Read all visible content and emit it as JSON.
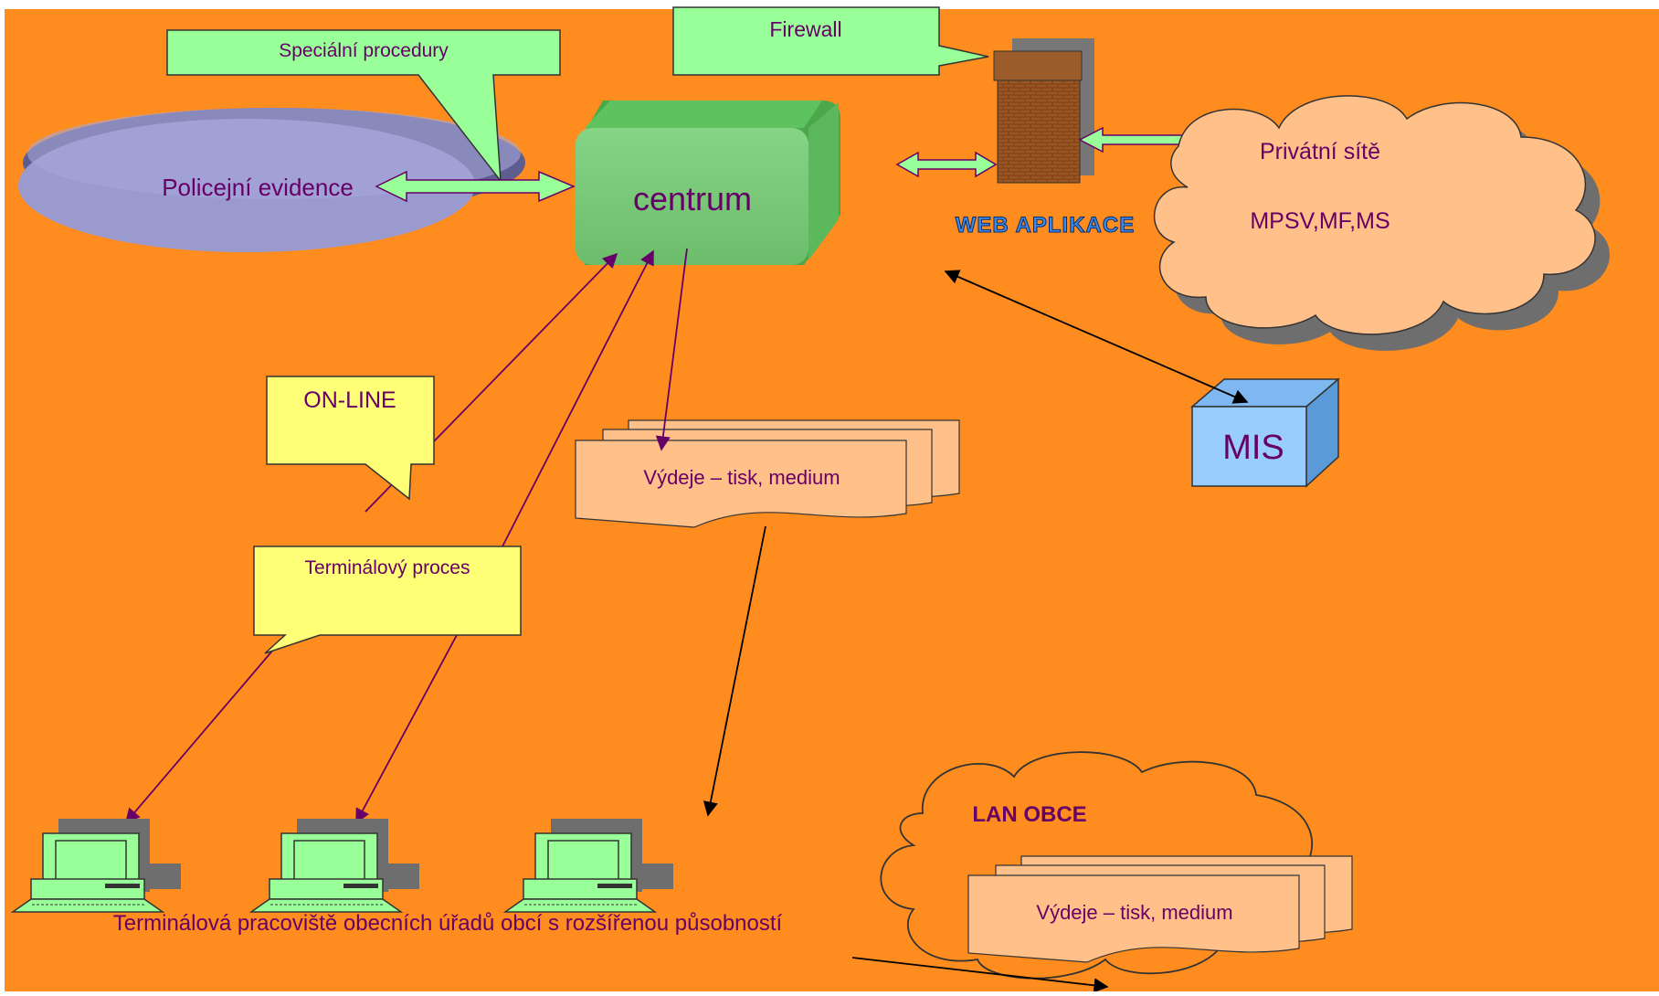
{
  "labels": {
    "special_procedures": "Speciální procedury",
    "firewall": "Firewall",
    "police_records": "Policejní evidence",
    "center": "centrum",
    "web_app": "WEB APLIKACE",
    "private_networks": "Privátní sítě",
    "ministries": "MPSV,MF,MS",
    "online": "ON-LINE",
    "output_top": "Výdeje – tisk, medium",
    "mis": "MIS",
    "terminal_process": "Terminálový proces",
    "lan": "LAN OBCE",
    "output_bottom": "Výdeje – tisk, medium",
    "workstations": "Terminálová pracoviště obecních úřadů obcí s rozšířenou působností"
  },
  "colors": {
    "background": "#FF8C1E",
    "callout_green": "#99FF99",
    "callout_yellow": "#FFFF77",
    "center_box": "#78C878",
    "ellipse": "#9A9ACF",
    "cloud_fill": "#FFC08A",
    "mis_box": "#99CCFF",
    "text_purple": "#660066",
    "brick": "#8B4A1A"
  }
}
